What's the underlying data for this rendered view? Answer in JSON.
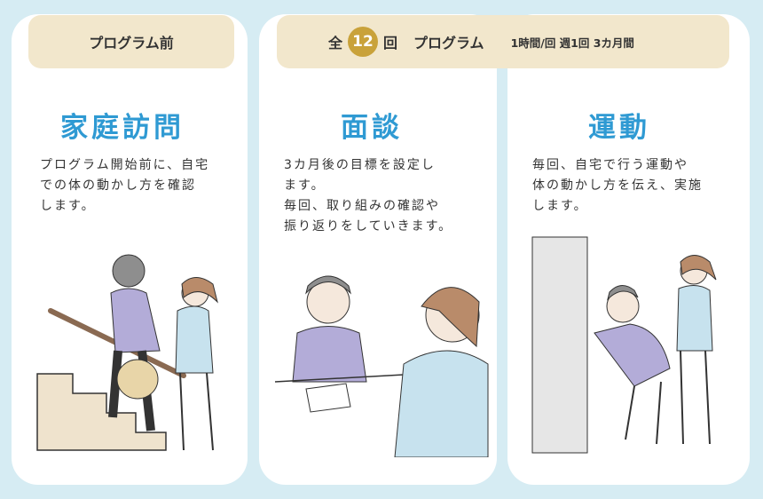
{
  "pre_program": {
    "header": "プログラム前",
    "title": "家庭訪問",
    "description": [
      "プログラム開始前に、自宅",
      "での体の動かし方を確認",
      "します。"
    ]
  },
  "program": {
    "header_prefix": "全",
    "count": "12",
    "header_suffix": "回",
    "header_program": "プログラム",
    "schedule": "1時間/回 週1回 3カ月間",
    "badge_color": "#c9a23a"
  },
  "interview": {
    "title": "面談",
    "description": [
      "3カ月後の目標を設定し",
      "ます。",
      "毎回、取り組みの確認や",
      "振り返りをしていきます。"
    ]
  },
  "exercise": {
    "title": "運動",
    "description": [
      "毎回、自宅で行う運動や",
      "体の動かし方を伝え、実施",
      "します。"
    ]
  },
  "colors": {
    "accent": "#2f9ad3",
    "header_bg": "#f2e7cc",
    "page_bg": "#d6ecf3"
  }
}
